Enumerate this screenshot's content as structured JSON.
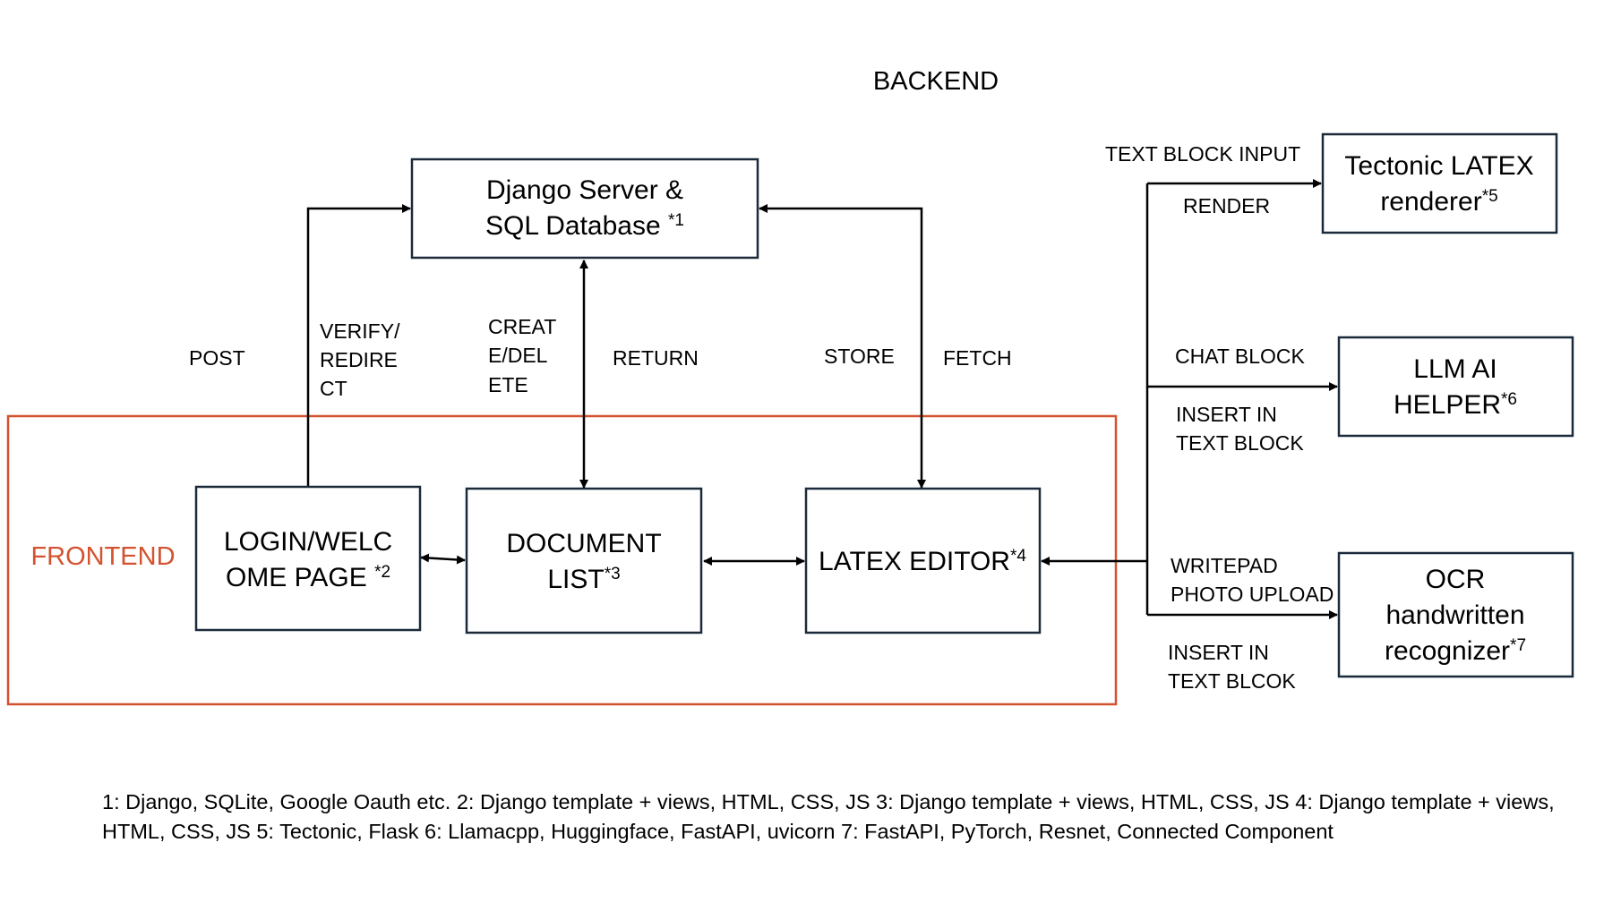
{
  "colors": {
    "frontend": "#d35230",
    "box_border": "#1b2a3a",
    "line": "#000000"
  },
  "sections": {
    "backend": "BACKEND",
    "frontend": "FRONTEND"
  },
  "boxes": {
    "django": {
      "lines": [
        "Django Server &",
        "SQL Database"
      ],
      "note": "*1"
    },
    "login": {
      "lines": [
        "LOGIN/WELC",
        "OME  PAGE"
      ],
      "note": "*2"
    },
    "doclist": {
      "lines": [
        "DOCUMENT",
        "LIST"
      ],
      "note": "*3"
    },
    "editor": {
      "lines": [
        "LATEX EDITOR"
      ],
      "note": "*4"
    },
    "tectonic": {
      "lines": [
        "Tectonic LATEX",
        "renderer"
      ],
      "note": "*5"
    },
    "llm": {
      "lines": [
        "LLM AI",
        "HELPER"
      ],
      "note": "*6"
    },
    "ocr": {
      "lines": [
        "OCR",
        "handwritten",
        "recognizer"
      ],
      "note": "*7"
    }
  },
  "edge_labels": {
    "post": "POST",
    "verify_redirect": [
      "VERIFY/",
      "REDIRE",
      "CT"
    ],
    "create_delete": [
      "CREAT",
      "E/DEL",
      "ETE"
    ],
    "return": "RETURN",
    "store": "STORE",
    "fetch": "FETCH",
    "text_block_input": "TEXT BLOCK INPUT",
    "render": "RENDER",
    "chat_block": "CHAT BLOCK",
    "insert_text_block": [
      "INSERT IN",
      "TEXT BLOCK"
    ],
    "writepad_upload": [
      "WRITEPAD",
      "PHOTO UPLOAD"
    ],
    "insert_text_blcok": [
      "INSERT IN",
      "TEXT BLCOK"
    ]
  },
  "footnote": "1: Django, SQLite, Google Oauth etc. 2: Django template + views, HTML, CSS, JS 3: Django template + views, HTML, CSS, JS 4: Django template + views, HTML, CSS, JS 5: Tectonic, Flask  6: Llamacpp,  Huggingface, FastAPI, uvicorn 7: FastAPI, PyTorch, Resnet, Connected Component"
}
